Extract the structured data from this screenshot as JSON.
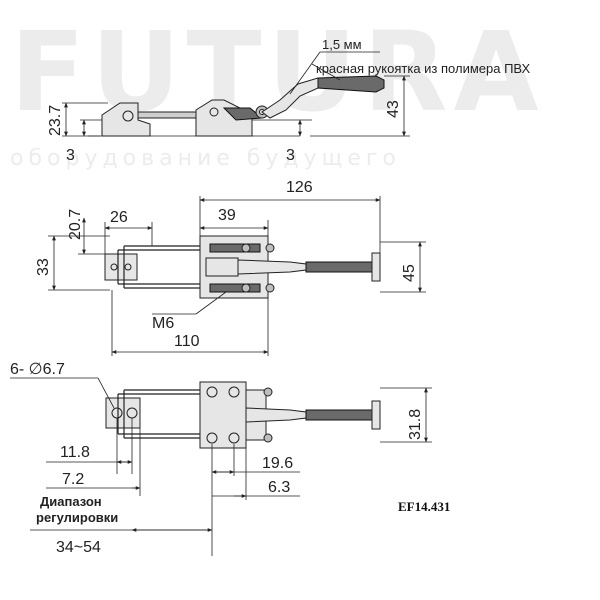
{
  "watermark": {
    "brand": "FUTURA",
    "tagline": "оборудование будущего"
  },
  "product_code": "EF14.431",
  "side_view": {
    "thickness": "1,5 мм",
    "handle_note": "красная рукоятка из полимера ПВХ",
    "height_left": "23.7",
    "height_right": "43",
    "base_left": "3",
    "base_right": "3"
  },
  "top_view": {
    "overall_length": "126",
    "hook_width": "20.7",
    "hook_length": "26",
    "body_length": "39",
    "total_height": "33",
    "handle_height": "45",
    "thread": "M6",
    "base_length": "110"
  },
  "base_view": {
    "holes": "6- ∅6.7",
    "hole_pitch": "11.8",
    "hole_offset": "7.2",
    "body_pitch": "19.6",
    "body_offset": "6.3",
    "plate_height": "31.8",
    "range_label_1": "Диапазон",
    "range_label_2": "регулировки",
    "range_value": "34~54"
  },
  "colors": {
    "line": "#222222",
    "metal": "#e6e6e6",
    "rubber": "#6a6a6a"
  }
}
